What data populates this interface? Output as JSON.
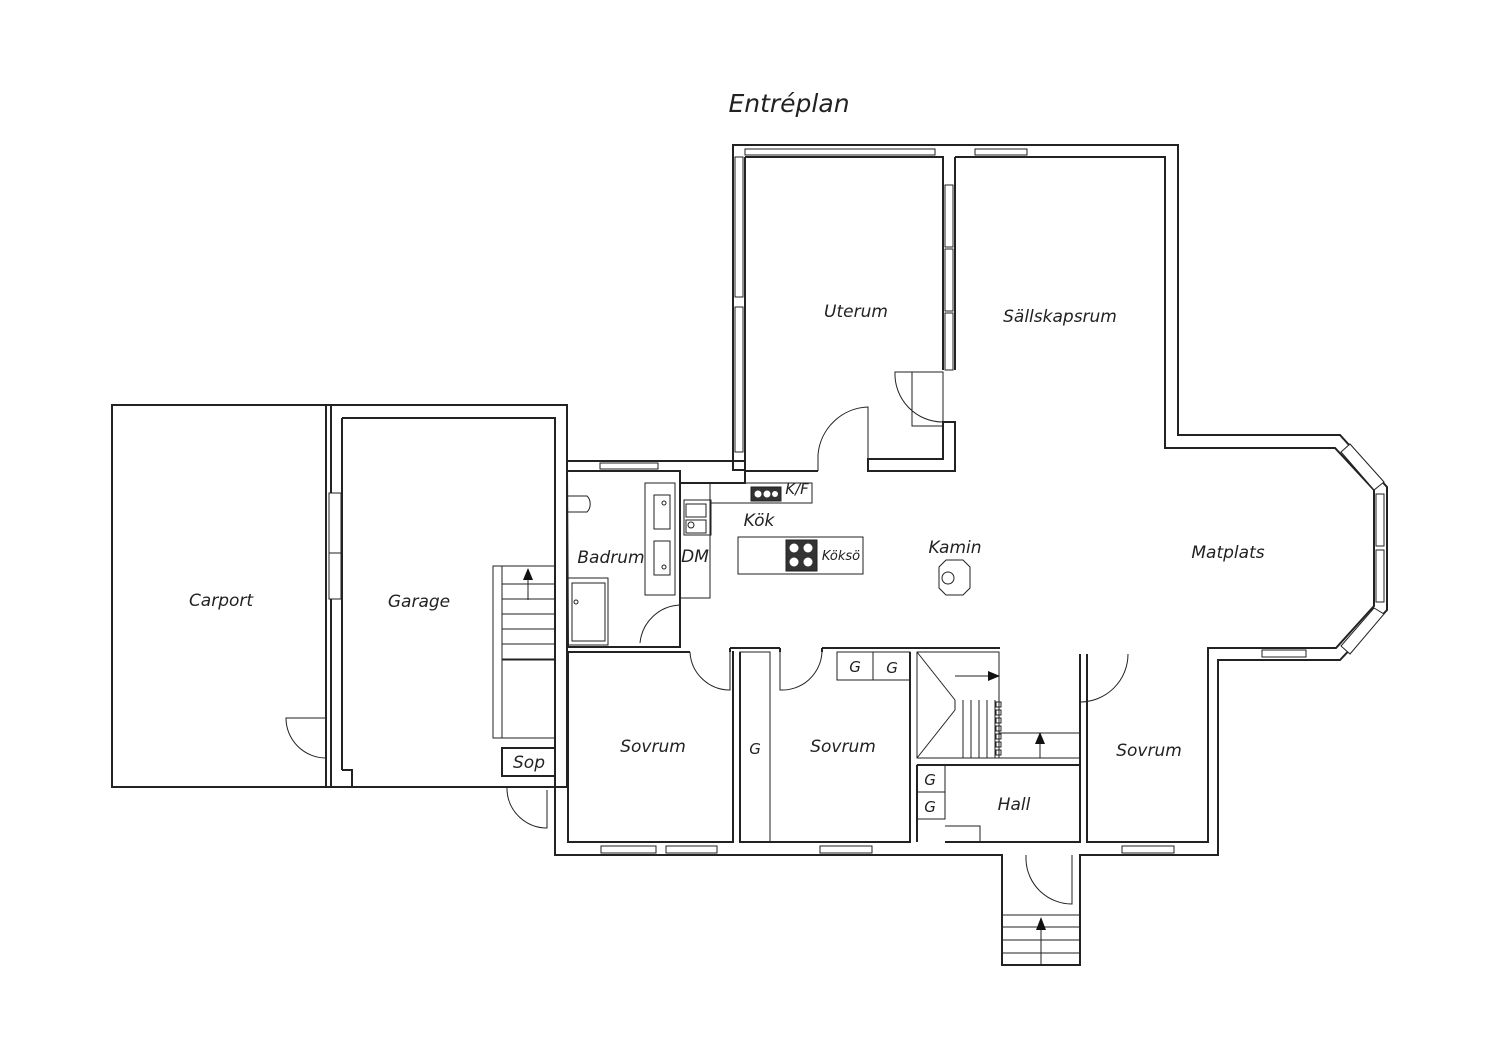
{
  "title": "Entréplan",
  "rooms": {
    "uterum": "Uterum",
    "sallskapsrum": "Sällskapsrum",
    "carport": "Carport",
    "garage": "Garage",
    "badrum": "Badrum",
    "dm": "DM",
    "kok": "Kök",
    "kf": "K/F",
    "koksö": "Köksö",
    "kamin": "Kamin",
    "matplats": "Matplats",
    "sovrum_1": "Sovrum",
    "sovrum_2": "Sovrum",
    "sovrum_3": "Sovrum",
    "sop": "Sop",
    "hall": "Hall",
    "closet_g1": "G",
    "closet_g2": "G",
    "closet_g3": "G",
    "closet_g4": "G",
    "closet_g5": "G"
  }
}
